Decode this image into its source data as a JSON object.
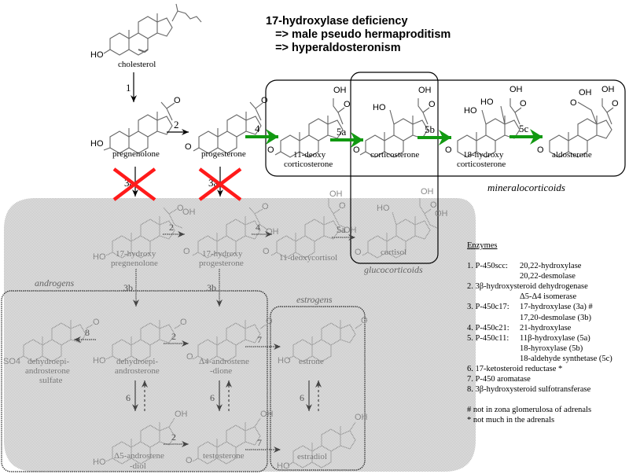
{
  "title": {
    "line1": "17-hydroxylase deficiency",
    "line2": "   => male pseudo hermaproditism",
    "line3": "   => hyperaldosteronism"
  },
  "colors": {
    "blocked_cross": "#ff1a1a",
    "active_arrow": "#119911",
    "inactive_region": "#d8d8d8"
  },
  "compounds": {
    "cholesterol": {
      "name": "cholesterol",
      "atoms": [
        "HO"
      ]
    },
    "pregnenolone": {
      "name": "pregnenolone",
      "atoms": [
        "HO",
        "O"
      ]
    },
    "progesterone": {
      "name": "progesterone",
      "atoms": [
        "O",
        "O"
      ]
    },
    "deoxycorticosterone": {
      "name1": "11-deoxy",
      "name2": "corticosterone",
      "atoms": [
        "O",
        "OH",
        "O"
      ]
    },
    "corticosterone": {
      "name": "corticosterone",
      "atoms": [
        "O",
        "HO",
        "OH",
        "O"
      ]
    },
    "hydroxycorticosterone": {
      "name1": "18-hydroxy",
      "name2": "corticosterone",
      "atoms": [
        "O",
        "HO",
        "HO",
        "OH",
        "O"
      ]
    },
    "aldosterone": {
      "name": "aldosterone",
      "atoms": [
        "O",
        "O",
        "OH",
        "OH",
        "O"
      ]
    },
    "hydroxypregnenolone": {
      "name1": "17-hydroxy",
      "name2": "pregnenolone",
      "atoms": [
        "HO",
        "O",
        "OH"
      ]
    },
    "hydroxyprogesterone": {
      "name1": "17-hydroxy",
      "name2": "progesterone",
      "atoms": [
        "O",
        "O",
        "OH"
      ]
    },
    "deoxycortisol": {
      "name": "11-deoxycortisol",
      "atoms": [
        "O",
        "OH",
        "O",
        "OH"
      ]
    },
    "cortisol": {
      "name": "cortisol",
      "atoms": [
        "O",
        "HO",
        "OH",
        "O",
        "OH"
      ]
    },
    "dheas": {
      "name1": "dehydroepi-",
      "name2": "androsterone",
      "name3": "sulfate",
      "atoms": [
        "SO4",
        "O"
      ]
    },
    "dhea": {
      "name1": "dehydroepi-",
      "name2": "androsterone",
      "atoms": [
        "HO",
        "O"
      ]
    },
    "androstenedione": {
      "name1": "Δ4-androstene",
      "name2": "-dione",
      "atoms": [
        "O",
        "O"
      ]
    },
    "estrone": {
      "name": "estrone",
      "atoms": [
        "HO",
        "O"
      ]
    },
    "androstenediol": {
      "name1": "Δ5-androstene",
      "name2": "-diol",
      "atoms": [
        "HO",
        "OH"
      ]
    },
    "testosterone": {
      "name": "testosterone",
      "atoms": [
        "O",
        "OH"
      ]
    },
    "estradiol": {
      "name": "estradiol",
      "atoms": [
        "HO",
        "OH"
      ]
    }
  },
  "arrows": {
    "a1": "1",
    "a2": "2",
    "a4": "4",
    "a5a": "5a",
    "a5b": "5b",
    "a5c": "5c",
    "a3a_left": "3a",
    "a3a_right": "3a",
    "g2": "2",
    "g4": "4",
    "g5a": "5a",
    "g3b_left": "3b",
    "g3b_right": "3b",
    "g8": "8",
    "g2b": "2",
    "g7a": "7",
    "g7b": "7",
    "g2c": "2",
    "g6a": "6",
    "g6b": "6",
    "g6c": "6"
  },
  "groups": {
    "mineralocorticoids": "mineralocorticoids",
    "glucocorticoids": "glucocorticoids",
    "androgens": "androgens",
    "estrogens": "estrogens"
  },
  "enzymes": {
    "header": "Enzymes",
    "rows": [
      {
        "c1": "1. P-450scc:",
        "c2": "20,22-hydroxylase"
      },
      {
        "c1": "",
        "c2": "20,22-desmolase"
      },
      {
        "full": "2. 3β-hydroxysteroid dehydrogenase"
      },
      {
        "c1": "",
        "c2": "Δ5-Δ4 isomerase"
      },
      {
        "c1": "3. P-450c17:",
        "c2": "17-hydroxylase (3a) #"
      },
      {
        "c1": "",
        "c2": "17,20-desmolase (3b)"
      },
      {
        "c1": "4. P-450c21:",
        "c2": "21-hydroxylase"
      },
      {
        "c1": "5. P-450c11:",
        "c2": "11β-hydroxylase (5a)"
      },
      {
        "c1": "",
        "c2": "18-hyroxylase (5b)"
      },
      {
        "c1": "",
        "c2": "18-aldehyde synthetase (5c)"
      },
      {
        "full": "6. 17-ketosteroid reductase *"
      },
      {
        "full": "7. P-450 aromatase"
      },
      {
        "full": "8. 3β-hydroxysteroid sulfotransferase"
      }
    ],
    "notes": [
      "# not in zona glomerulosa of adrenals",
      "* not much in the adrenals"
    ]
  }
}
